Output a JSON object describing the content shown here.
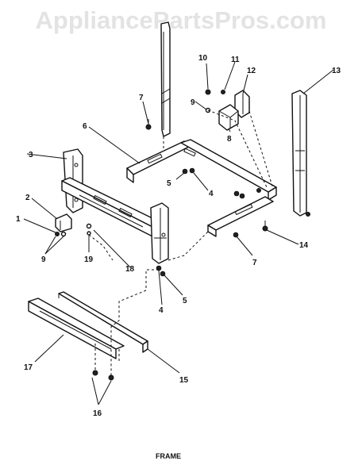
{
  "watermark": "AppliancePartsPros.com",
  "caption": "FRAME",
  "callouts": {
    "c1": "1",
    "c2": "2",
    "c3": "3",
    "c4a": "4",
    "c4b": "4",
    "c5a": "5",
    "c5b": "5",
    "c6": "6",
    "c7a": "7",
    "c7b": "7",
    "c8": "8",
    "c9a": "9",
    "c9b": "9",
    "c10": "10",
    "c11": "11",
    "c12": "12",
    "c13": "13",
    "c14": "14",
    "c15": "15",
    "c16": "16",
    "c17": "17",
    "c18": "18",
    "c19": "19"
  }
}
